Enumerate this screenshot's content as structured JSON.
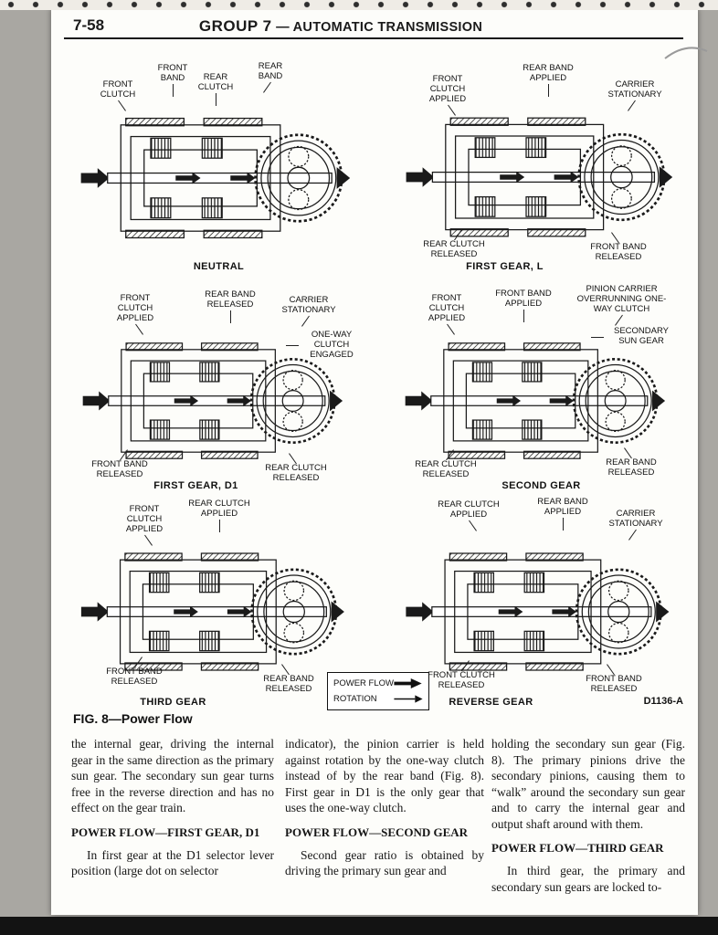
{
  "page": {
    "number": "7-58",
    "group": "GROUP 7",
    "group_title": "— AUTOMATIC TRANSMISSION",
    "figure_label": "FIG. 8—Power Flow",
    "figure_code": "D1136-A"
  },
  "legend": {
    "power_flow": "POWER FLOW",
    "rotation": "ROTATION"
  },
  "figures": [
    {
      "caption": "NEUTRAL",
      "labels": [
        "FRONT CLUTCH",
        "FRONT BAND",
        "REAR CLUTCH",
        "REAR BAND"
      ]
    },
    {
      "caption": "FIRST GEAR, L",
      "labels": [
        "FRONT CLUTCH APPLIED",
        "REAR BAND APPLIED",
        "CARRIER STATIONARY",
        "REAR CLUTCH RELEASED",
        "FRONT BAND RELEASED"
      ]
    },
    {
      "caption": "FIRST GEAR, D1",
      "labels": [
        "FRONT CLUTCH APPLIED",
        "REAR BAND RELEASED",
        "CARRIER STATIONARY",
        "ONE-WAY CLUTCH ENGAGED",
        "FRONT BAND RELEASED",
        "REAR CLUTCH RELEASED"
      ]
    },
    {
      "caption": "SECOND GEAR",
      "labels": [
        "FRONT CLUTCH APPLIED",
        "FRONT BAND APPLIED",
        "PINION CARRIER OVERRUNNING ONE-WAY CLUTCH",
        "SECONDARY SUN GEAR",
        "REAR CLUTCH RELEASED",
        "REAR BAND RELEASED"
      ]
    },
    {
      "caption": "THIRD GEAR",
      "labels": [
        "FRONT CLUTCH APPLIED",
        "REAR CLUTCH APPLIED",
        "FRONT BAND RELEASED",
        "REAR BAND RELEASED"
      ]
    },
    {
      "caption": "REVERSE GEAR",
      "labels": [
        "REAR CLUTCH APPLIED",
        "REAR BAND APPLIED",
        "CARRIER STATIONARY",
        "FRONT CLUTCH RELEASED",
        "FRONT BAND RELEASED"
      ]
    }
  ],
  "columns": [
    {
      "cont": "the internal gear, driving the internal gear in the same direction as the primary sun gear. The secondary sun gear turns free in the reverse direction and has no effect on the gear train.",
      "heading": "POWER FLOW—FIRST GEAR, D1",
      "para": "In first gear at the D1 selector lever position (large dot on selector"
    },
    {
      "cont": "indicator), the pinion carrier is held against rotation by the one-way clutch instead of by the rear band (Fig. 8). First gear in D1 is the only gear that uses the one-way clutch.",
      "heading": "POWER FLOW—SECOND GEAR",
      "para": "Second gear ratio is obtained by driving the primary sun gear and"
    },
    {
      "cont": "holding the secondary sun gear (Fig. 8). The primary pinions drive the secondary pinions, causing them to “walk” around the secondary sun gear and to carry the internal gear and output shaft around with them.",
      "heading": "POWER FLOW—THIRD GEAR",
      "para": "In third gear, the primary and secondary sun gears are locked to-"
    }
  ]
}
